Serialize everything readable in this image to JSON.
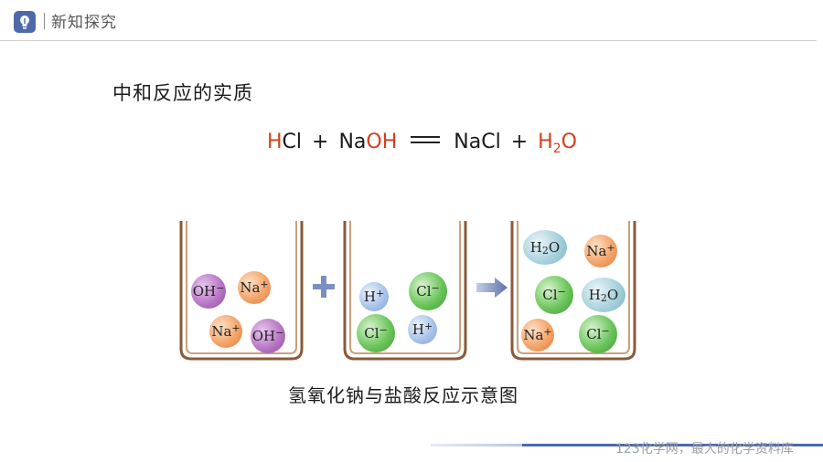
{
  "header": {
    "title": "新知探究",
    "icon": "lightbulb-icon",
    "accent_color": "#4d6aa8"
  },
  "slide": {
    "title": "中和反应的实质"
  },
  "equation": {
    "hcl_h": "H",
    "hcl_cl": "Cl",
    "plus1": "+",
    "naoh_na": "Na",
    "naoh_oh": "OH",
    "nacl": "NaCl",
    "plus2": "+",
    "h2o_h": "H",
    "h2o_2": "2",
    "h2o_o": "O",
    "highlight_color": "#d4401a"
  },
  "diagram": {
    "beaker1_ions": [
      {
        "base": "OH",
        "sup": "−",
        "sub": "",
        "color": "purple"
      },
      {
        "base": "Na",
        "sup": "+",
        "sub": "",
        "color": "orange"
      },
      {
        "base": "Na",
        "sup": "+",
        "sub": "",
        "color": "orange"
      },
      {
        "base": "OH",
        "sup": "−",
        "sub": "",
        "color": "purple"
      }
    ],
    "plus_sign": "+",
    "beaker2_ions": [
      {
        "base": "H",
        "sup": "+",
        "sub": "",
        "color": "blue"
      },
      {
        "base": "Cl",
        "sup": "−",
        "sub": "",
        "color": "green"
      },
      {
        "base": "Cl",
        "sup": "−",
        "sub": "",
        "color": "green"
      },
      {
        "base": "H",
        "sup": "+",
        "sub": "",
        "color": "blue"
      }
    ],
    "arrow": "right-arrow-icon",
    "beaker3_ions": [
      {
        "base": "H",
        "sup": "",
        "sub": "2",
        "tail": "O",
        "color": "teal"
      },
      {
        "base": "Na",
        "sup": "+",
        "sub": "",
        "color": "orange"
      },
      {
        "base": "Cl",
        "sup": "−",
        "sub": "",
        "color": "green"
      },
      {
        "base": "H",
        "sup": "",
        "sub": "2",
        "tail": "O",
        "color": "teal"
      },
      {
        "base": "Na",
        "sup": "+",
        "sub": "",
        "color": "orange"
      },
      {
        "base": "Cl",
        "sup": "−",
        "sub": "",
        "color": "green"
      }
    ],
    "caption": "氢氧化钠与盐酸反应示意图"
  },
  "footer": {
    "text": "123化学网，最大的化学资料库"
  }
}
